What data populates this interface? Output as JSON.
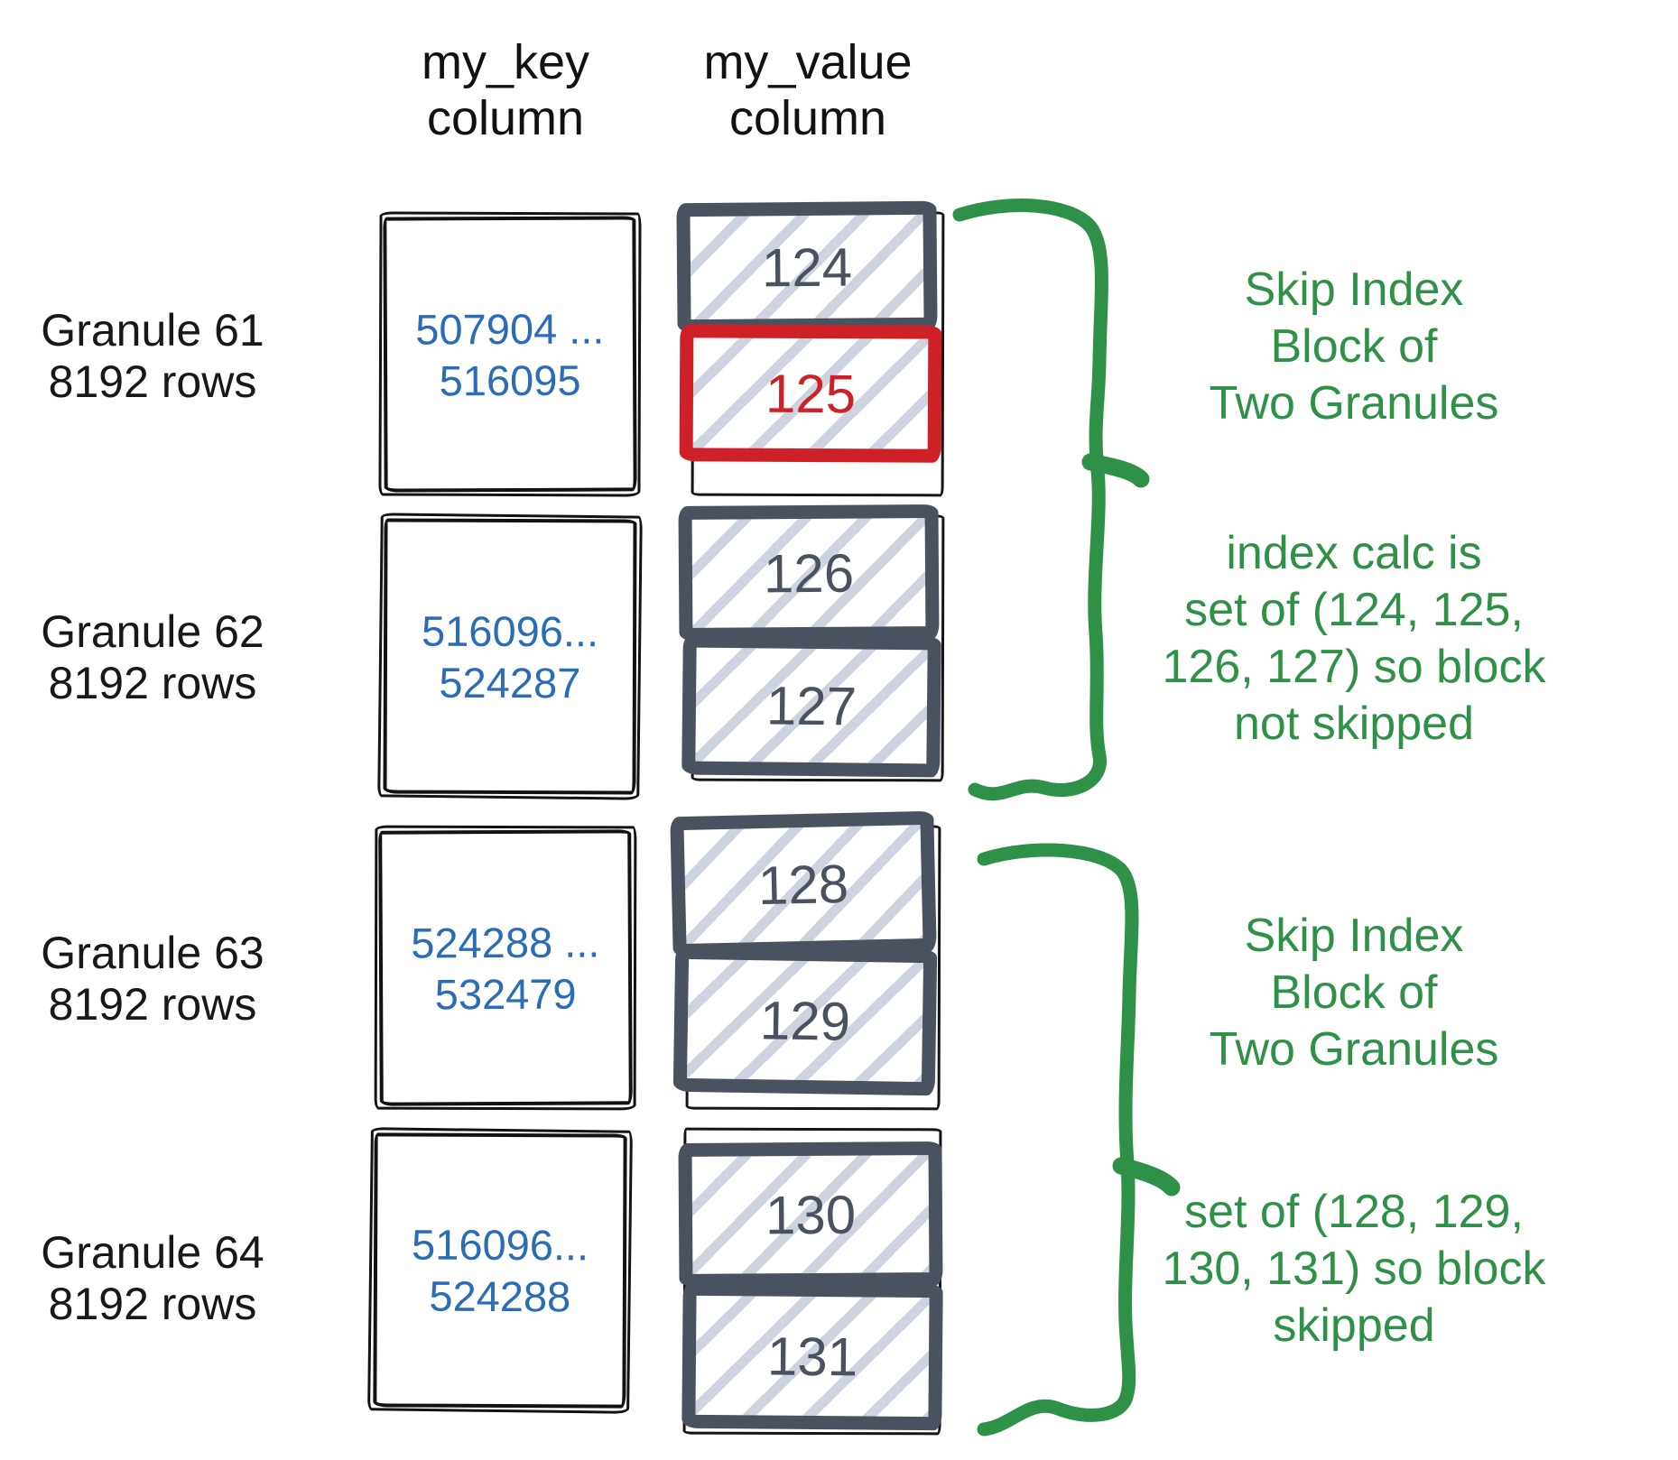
{
  "headers": {
    "key": "my_key\ncolumn",
    "value": "my_value\ncolumn"
  },
  "granules": [
    {
      "label": "Granule 61\n8192 rows",
      "key_range": "507904 ...\n516095",
      "values": [
        {
          "n": "124",
          "highlight": false
        },
        {
          "n": "125",
          "highlight": true
        }
      ]
    },
    {
      "label": "Granule 62\n8192 rows",
      "key_range": "516096...\n524287",
      "values": [
        {
          "n": "126",
          "highlight": false
        },
        {
          "n": "127",
          "highlight": false
        }
      ]
    },
    {
      "label": "Granule 63\n8192 rows",
      "key_range": "524288 ...\n532479",
      "values": [
        {
          "n": "128",
          "highlight": false
        },
        {
          "n": "129",
          "highlight": false
        }
      ]
    },
    {
      "label": "Granule 64\n8192 rows",
      "key_range": "516096...\n524288",
      "values": [
        {
          "n": "130",
          "highlight": false
        },
        {
          "n": "131",
          "highlight": false
        }
      ]
    }
  ],
  "annotations": [
    {
      "text": "Skip Index\nBlock of\nTwo Granules"
    },
    {
      "text": "index calc is\nset of (124, 125,\n126, 127) so block\nnot skipped"
    },
    {
      "text": "Skip Index\nBlock of\nTwo Granules"
    },
    {
      "text": "set of (128, 129,\n130, 131) so block\nskipped"
    }
  ],
  "colors": {
    "green": "#2e9147",
    "blue": "#2a6cb5",
    "slate": "#4a5260",
    "red": "#ce2127",
    "hatch": "#cdd4e0",
    "ink": "#121212"
  }
}
